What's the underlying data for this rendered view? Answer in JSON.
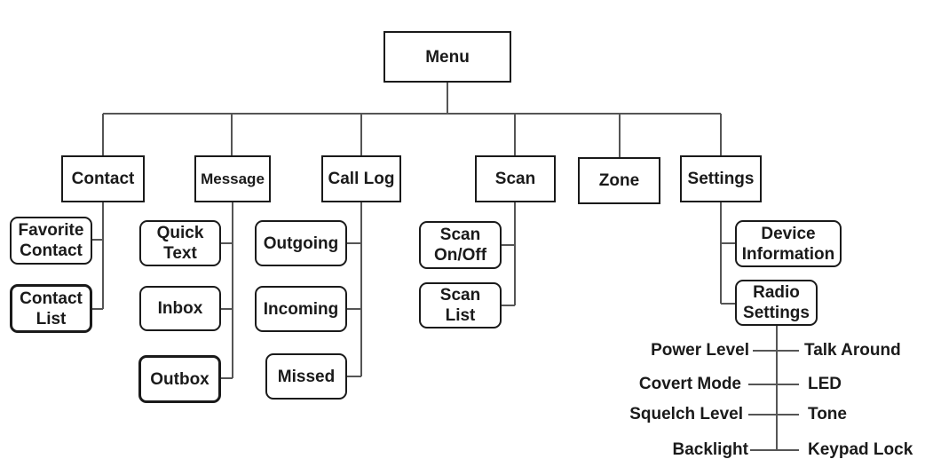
{
  "root": {
    "label": "Menu"
  },
  "categories": [
    {
      "label": "Contact",
      "children": [
        "Favorite\nContact",
        "Contact\nList"
      ]
    },
    {
      "label": "Message",
      "children": [
        "Quick\nText",
        "Inbox",
        "Outbox"
      ]
    },
    {
      "label": "Call Log",
      "children": [
        "Outgoing",
        "Incoming",
        "Missed"
      ]
    },
    {
      "label": "Scan",
      "children": [
        "Scan\nOn/Off",
        "Scan\nList"
      ]
    },
    {
      "label": "Zone",
      "children": []
    },
    {
      "label": "Settings",
      "children": [
        "Device\nInformation",
        "Radio\nSettings"
      ]
    }
  ],
  "radio_settings_items": {
    "left": [
      "Power Level",
      "Covert Mode",
      "Squelch Level",
      "Backlight"
    ],
    "right": [
      "Talk Around",
      "LED",
      "Tone",
      "Keypad Lock"
    ]
  }
}
